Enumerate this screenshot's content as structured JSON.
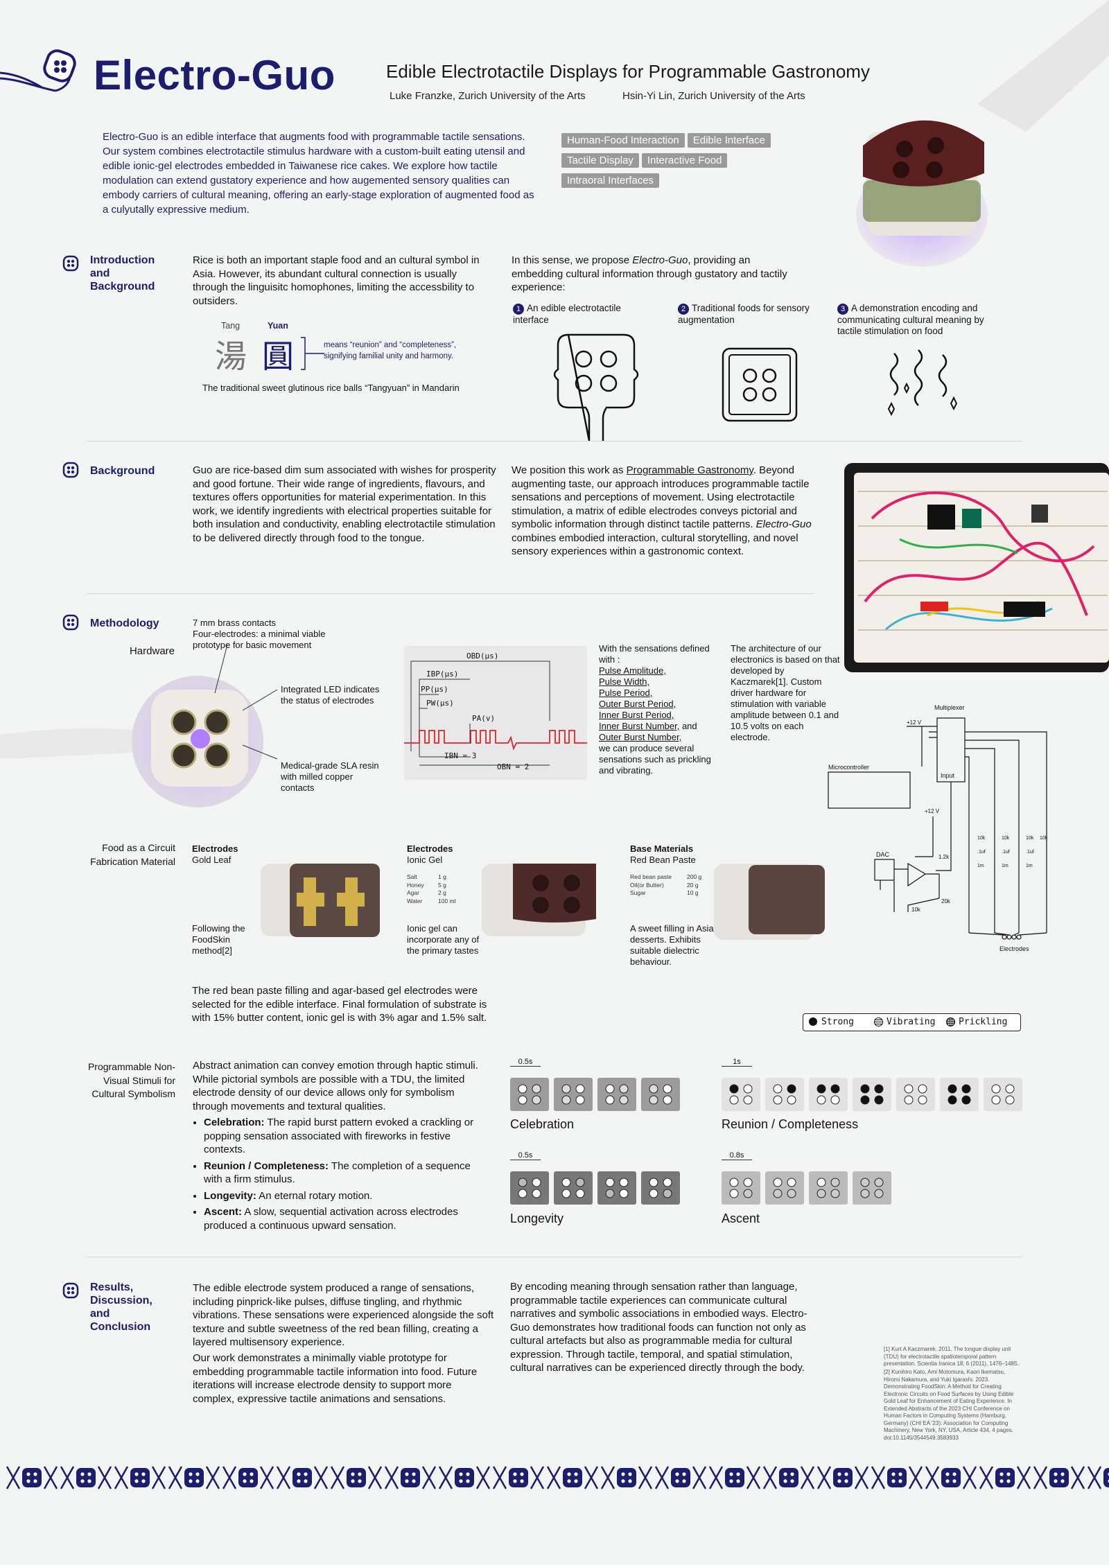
{
  "header": {
    "brand": "Electro-Guo",
    "title": "Edible Electrotactile Displays for Programmable Gastronomy",
    "author1": "Luke Franzke, Zurich University of the Arts",
    "author2": "Hsin-Yi Lin, Zurich University of the Arts"
  },
  "abstract": "Electro-Guo is an edible interface that augments food with programmable tactile sensations. Our system combines electrotactile stimulus hardware with a custom-built eating utensil and edible ionic-gel electrodes embedded in Taiwanese rice cakes. We explore how tactile modulation can extend gustatory experience and how augemented sensory qualities can embody carriers of cultural meaning, offering an early-stage exploration of augmented food as a culyutally expressive medium.",
  "tags": [
    "Human-Food Interaction",
    "Edible Interface",
    "Tactile Display",
    "Interactive Food",
    "Intraoral Interfaces"
  ],
  "intro": {
    "title": "Introduction and Background",
    "text": "Rice is both an important staple food and an cultural symbol in Asia. However, its abundant cultural connection is usually through the linguisitc homophones, limiting the accessbility to outsiders.",
    "tang_roman": "Tang",
    "yuan_roman": "Yuan",
    "tang_char": "湯",
    "yuan_char": "圓",
    "meaning": "means “reunion” and “completeness”, signifying familial unity and harmony.",
    "caption": "The traditional sweet glutinous rice balls “Tangyuan” in Mandarin",
    "propose_pre": "In this sense, we propose ",
    "propose_em": "Electro-Guo",
    "propose_post": ", providing an embedding cultural information through gustatory and tactily experience:",
    "items": [
      {
        "n": "1",
        "text": "An edible electrotactile interface"
      },
      {
        "n": "2",
        "text": "Traditional foods for sensory augmentation"
      },
      {
        "n": "3",
        "text": "A demonstration encoding and communicating cultural meaning by tactile stimulation on food"
      }
    ]
  },
  "background": {
    "title": "Background",
    "left": "Guo are rice-based dim sum associated with wishes for prosperity and good fortune. Their wide range of ingredients, flavours, and textures offers opportunities for material experimentation. In this work, we identify ingredients with electrical properties suitable for both insulation and conductivity, enabling electrotactile stimulation to be delivered directly through food to the tongue.",
    "right_pre": "We position this work as ",
    "right_link": "Programmable Gastronomy",
    "right_mid": ". Beyond augmenting taste, our approach introduces programmable tactile sensations and perceptions of movement. Using electrotactile stimulation, a matrix of edible electrodes conveys pictorial and symbolic information through distinct tactile patterns. ",
    "right_em": "Electro-Guo",
    "right_post": " combines embodied interaction, cultural storytelling, and novel sensory experiences within a gastronomic context."
  },
  "methodology": {
    "title": "Methodology",
    "hardware": "Hardware",
    "note_contacts": "7 mm brass contacts\nFour-electrodes: a minimal viable prototype for basic movement",
    "note_led": "Integrated LED indicates the status of electrodes",
    "note_resin": "Medical-grade SLA resin with milled copper contacts",
    "wave": {
      "obd": "OBD(μs)",
      "ibp": "IBP(μs)",
      "pp": "PP(μs)",
      "pw": "PW(μs)",
      "pa": "PA(v)",
      "ibn": "IBN = 3",
      "obn": "OBN = 2"
    },
    "sens_intro": "With the sensations defined with :",
    "sens_items": [
      "Pulse Amplitude,",
      "Pulse Width,",
      "Pulse Period,",
      "Outer Burst Period,",
      "Inner Burst Period,",
      "Inner Burst Number,",
      "Outer Burst Number,"
    ],
    "sens_and": " and",
    "sens_post": "we can produce several sensations such as prickling and vibrating.",
    "arch": "The architecture of our electronics is based on that developed by Kaczmarek[1]. Custom driver hardware for stimulation with variable amplitude between 0.1 and 10.5 volts on each electrode.",
    "circuit": {
      "mux": "Multiplexer",
      "mcu": "Microcontroller",
      "dac": "DAC",
      "input": "Input",
      "v1": "+12 V",
      "v2": "+12 V",
      "r1": "1.2k",
      "r2": "20k",
      "r3": "10k",
      "electrodes": "Electrodes",
      "r10k": "10k",
      "c1": ".1uf",
      "r1m": "1m"
    }
  },
  "food": {
    "label": "Food as a Circuit Fabrication Material",
    "c1_head": "Electrodes",
    "c1_sub": "Gold Leaf",
    "c1_note": "Following the FoodSkin method[2]",
    "c2_head": "Electrodes",
    "c2_sub": "Ionic Gel",
    "c2_recipe": [
      [
        "Salt",
        "1 g"
      ],
      [
        "Honey",
        "5 g"
      ],
      [
        "Agar",
        "2 g"
      ],
      [
        "Water",
        "100 ml"
      ]
    ],
    "c2_note": "Ionic gel can incorporate any of the primary tastes",
    "c3_head": "Base Materials",
    "c3_sub": "Red Bean Paste",
    "c3_recipe": [
      [
        "Red bean paste",
        "200 g"
      ],
      [
        "Oil(or Butter)",
        "20 g"
      ],
      [
        "Sugar",
        "10 g"
      ]
    ],
    "c3_note": "A sweet filling in Asian desserts. Exhibits suitable dielectric behaviour.",
    "summary": "The red bean paste filling and agar-based gel electrodes were selected for the edible interface. Final formulation of substrate is with 15% butter content, ionic gel is with 3% agar and 1.5% salt."
  },
  "legend": {
    "strong": "Strong",
    "vibrating": "Vibrating",
    "prickling": "Prickling"
  },
  "stimuli": {
    "label": "Programmable Non-Visual Stimuli for Cultural Symbolism",
    "intro": "Abstract animation can convey emotion through haptic stimuli. While pictorial symbols are possible with a TDU, the limited electrode density of our device allows only for symbolism through movements and textural qualities.",
    "bullets": [
      {
        "b": "Celebration:",
        "t": " The rapid burst pattern evoked a crackling or popping sensation associated with fireworks in festive contexts."
      },
      {
        "b": "Reunion / Completeness:",
        "t": " The completion of a sequence with a firm stimulus."
      },
      {
        "b": "Longevity:",
        "t": " An eternal rotary motion."
      },
      {
        "b": "Ascent:",
        "t": " A slow, sequential activation across electrodes produced a continuous upward sensation."
      }
    ],
    "patterns": [
      {
        "name": "Celebration",
        "time": "0.5s"
      },
      {
        "name": "Reunion / Completeness",
        "time": "1s"
      },
      {
        "name": "Longevity",
        "time": "0.5s"
      },
      {
        "name": "Ascent",
        "time": "0.8s"
      }
    ]
  },
  "results": {
    "title": "Results, Discussion, and Conclusion",
    "left1": "The edible electrode system produced a range of sensations, including pinprick-like pulses, diffuse tingling, and rhythmic vibrations. These sensations were experienced alongside the soft texture and subtle sweetness of the red bean filling, creating a layered multisensory experience.",
    "left2": "Our work demonstrates a minimally viable prototype for embedding programmable tactile information into food. Future iterations will increase electrode density to support more complex, expressive tactile animations and sensations.",
    "right": "By encoding meaning through sensation rather than language, programmable tactile experiences can communicate cultural narratives and symbolic associations in embodied ways. Electro-Guo demonstrates how traditional foods can function not only as cultural artefacts but also as programmable media for cultural expression. Through tactile, temporal, and spatial stimulation, cultural narratives can be experienced directly through the body.",
    "ref1": "[1] Kurt A Kaczmarek. 2011. The tongue display unit (TDU) for electrotactile spatiotemporal pattern presentation. Scientia Iranica 18, 6 (2011), 1476–1485.",
    "ref2": "[2] Kunihiro Kato, Ami Motomura, Kaori Ikematsu, Hiromi Nakamura, and Yuki Igarashi. 2023. Demonstrating FoodSkin: A Method for Creating Electronic Circuits on Food Surfaces by Using Edible Gold Leaf for Enhancement of Eating Experience. In Extended Abstracts of the 2023 CHI Conference on Human Factors in Computing Systems (Hamburg, Germany) (CHI EA '23). Association for Computing Machinery, New York, NY, USA, Article 434, 4 pages. doi:10.1145/3544549.3583933"
  },
  "colors": {
    "navy": "#1c1d6e",
    "red_wave": "#d8262b",
    "tag_gray": "#9a9a9a"
  }
}
